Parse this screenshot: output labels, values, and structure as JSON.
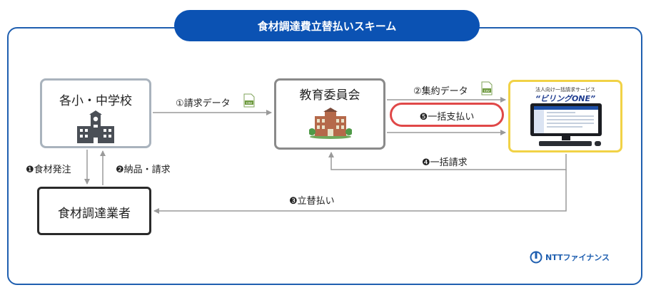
{
  "title": "食材調達費立替払いスキーム",
  "nodes": {
    "school": "各小・中学校",
    "board": "教育委員会",
    "vendor": "食材調達業者",
    "service_subtitle": "法人向け一括請求サービス",
    "service_name": "“ビリングONE”"
  },
  "steps": {
    "invoice_data": "①請求データ",
    "aggregate_data": "②集約データ",
    "advance_payment": "❸立替払い",
    "bulk_invoice": "❹一括請求",
    "bulk_payment": "❺一括支払い",
    "order": "❶食材発注",
    "delivery_invoice": "❷納品・請求"
  },
  "csv_badge": "csv",
  "logo": "NTTファイナンス",
  "colors": {
    "brand_blue": "#0b52b3",
    "frame": "#1f5fb0",
    "highlight_red": "#e04848",
    "service_yellow": "#f1d246",
    "arrow_gray": "#9a9a9a"
  }
}
